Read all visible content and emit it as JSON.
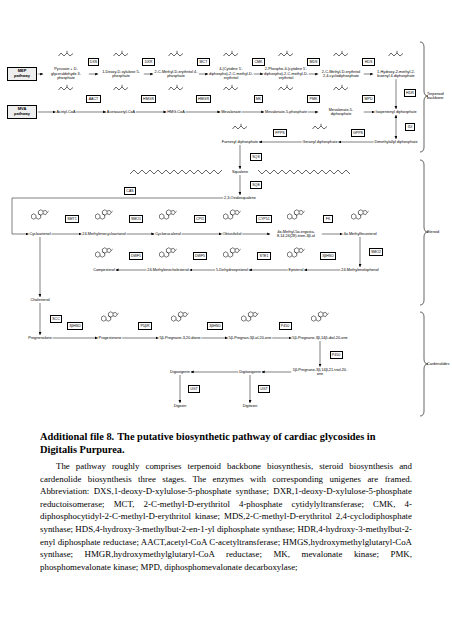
{
  "diagram": {
    "title": "Additional file 8.",
    "caption": "The putative biosynthetic pathway of cardiac glycosides in Digitalis Purpurea.",
    "nodes": [
      {
        "text": [
          "MEP pathway"
        ]
      },
      {
        "text": [
          "MVA pathway"
        ]
      },
      {
        "text": [
          "Pyruvate + D-glyceraldehyde 3-phosphate"
        ]
      },
      {
        "text": [
          "1-Deoxy-D-xylulose 5-phosphate"
        ]
      },
      {
        "text": [
          "2-C-Methyl-D-erythritol 4-phosphate"
        ]
      },
      {
        "text": [
          "4-(Cytidine 5'-diphospho)-2-C-methyl-D-erythritol"
        ]
      },
      {
        "text": [
          "2-Phospho-4-(cytidine 5'-diphospho)-2-C-methyl-D-erythritol"
        ]
      },
      {
        "text": [
          "2-C-Methyl-D-erythritol 2,4-cyclodiphosphate"
        ]
      },
      {
        "text": [
          "1-Hydroxy-2-methyl-2-butenyl 4-diphosphate"
        ]
      },
      {
        "text": [
          "Acetyl-CoA"
        ]
      },
      {
        "text": [
          "Acetoacetyl-CoA"
        ]
      },
      {
        "text": [
          "HMG-CoA"
        ]
      },
      {
        "text": [
          "Mevalonate"
        ]
      },
      {
        "text": [
          "Mevalonate-5-phosphate"
        ]
      },
      {
        "text": [
          "Mevalonate-5-diphosphate"
        ]
      },
      {
        "text": [
          "Isopentenyl diphosphate"
        ]
      },
      {
        "text": [
          "Dimethylallyl diphosphate"
        ]
      },
      {
        "text": [
          "Geranyl diphosphate"
        ]
      },
      {
        "text": [
          "Farnesyl diphosphate"
        ]
      },
      {
        "text": [
          "Squalene"
        ]
      },
      {
        "text": [
          "2,3-Oxidosqualene"
        ]
      },
      {
        "text": [
          "Cycloartenol"
        ]
      },
      {
        "text": [
          "24-Methylenecycloartanol"
        ]
      },
      {
        "text": [
          "Cycloeucalenol"
        ]
      },
      {
        "text": [
          "Obtusifoliol"
        ]
      },
      {
        "text": [
          "4α-Methyl-5α-ergosta-8,14,24(28)-trien-3β-ol"
        ]
      },
      {
        "text": [
          "4α-Methylfecosterol"
        ]
      },
      {
        "text": [
          "24-Methylenelophenol"
        ]
      },
      {
        "text": [
          "Episterol"
        ]
      },
      {
        "text": [
          "5-Dehydroepisterol"
        ]
      },
      {
        "text": [
          "24-Methylenecholesterol"
        ]
      },
      {
        "text": [
          "Campesterol"
        ]
      },
      {
        "text": [
          "Cholesterol"
        ]
      },
      {
        "text": [
          "Pregnenolone"
        ]
      },
      {
        "text": [
          "Progesterone"
        ]
      },
      {
        "text": [
          "5β-Pregnane-3,20-dione"
        ]
      },
      {
        "text": [
          "5β-Pregnan-3β-ol-20-one"
        ]
      },
      {
        "text": [
          "5β-Pregnane-3β,14β-diol-20-one"
        ]
      },
      {
        "text": [
          "5β-Pregnane-3β,14β,21-triol-20-one"
        ]
      },
      {
        "text": [
          "Digitoxigenin"
        ]
      },
      {
        "text": [
          "Digoxigenin"
        ]
      },
      {
        "text": [
          "Digitoxin"
        ]
      },
      {
        "text": [
          "Digoxin"
        ]
      },
      {
        "text": [
          "DXS"
        ]
      },
      {
        "text": [
          "DXR"
        ]
      },
      {
        "text": [
          "MCT"
        ]
      },
      {
        "text": [
          "CMK"
        ]
      },
      {
        "text": [
          "MDS"
        ]
      },
      {
        "text": [
          "HDS"
        ]
      },
      {
        "text": [
          "HDR"
        ]
      },
      {
        "text": [
          "AACT"
        ]
      },
      {
        "text": [
          "HMGS"
        ]
      },
      {
        "text": [
          "HMGR"
        ]
      },
      {
        "text": [
          "MK"
        ]
      },
      {
        "text": [
          "PMK"
        ]
      },
      {
        "text": [
          "MPD"
        ]
      },
      {
        "text": [
          "IDI"
        ]
      },
      {
        "text": [
          "GPPS"
        ]
      },
      {
        "text": [
          "FPPS"
        ]
      },
      {
        "text": [
          "SQS"
        ]
      },
      {
        "text": [
          "SQE"
        ]
      },
      {
        "text": [
          "CAS"
        ]
      },
      {
        "text": [
          "SMT1"
        ]
      },
      {
        "text": [
          "SMO1"
        ]
      },
      {
        "text": [
          "CPI1"
        ]
      },
      {
        "text": [
          "CYP51"
        ]
      },
      {
        "text": [
          "FK"
        ]
      },
      {
        "text": [
          "SMO2"
        ]
      },
      {
        "text": [
          "3βHSD"
        ]
      },
      {
        "text": [
          "STE1"
        ]
      },
      {
        "text": [
          "DWF5"
        ]
      },
      {
        "text": [
          "DWF1"
        ]
      },
      {
        "text": [
          "SCC"
        ]
      },
      {
        "text": [
          "3βHSD"
        ]
      },
      {
        "text": [
          "P5βR"
        ]
      },
      {
        "text": [
          "3βHSD"
        ]
      },
      {
        "text": [
          "P450"
        ]
      },
      {
        "text": [
          "P450"
        ]
      },
      {
        "text": [
          "UGT"
        ]
      },
      {
        "text": [
          "UGT"
        ]
      }
    ],
    "edges": [
      {
        "from": 0,
        "to": 2,
        "arrow": "to"
      },
      {
        "from": 2,
        "to": 3,
        "arrow": "to"
      },
      {
        "from": 3,
        "to": 4,
        "arrow": "to"
      },
      {
        "from": 4,
        "to": 5,
        "arrow": "to"
      },
      {
        "from": 5,
        "to": 6,
        "arrow": "to"
      },
      {
        "from": 6,
        "to": 7,
        "arrow": "to"
      },
      {
        "from": 7,
        "to": 8,
        "arrow": "to"
      },
      {
        "from": 1,
        "to": 9,
        "arrow": "to"
      },
      {
        "from": 9,
        "to": 10,
        "arrow": "to"
      },
      {
        "from": 10,
        "to": 11,
        "arrow": "to"
      },
      {
        "from": 11,
        "to": 12,
        "arrow": "to"
      },
      {
        "from": 12,
        "to": 13,
        "arrow": "to"
      },
      {
        "from": 13,
        "to": 14,
        "arrow": "to"
      },
      {
        "from": 14,
        "to": 15,
        "arrow": "to"
      },
      {
        "from": 8,
        "to": 15,
        "arrow": "to"
      },
      {
        "from": 15,
        "to": 16,
        "arrow": "both"
      },
      {
        "from": 16,
        "to": 17,
        "arrow": "to"
      },
      {
        "from": 17,
        "to": 18,
        "arrow": "to"
      },
      {
        "from": 18,
        "to": 19,
        "arrow": "to"
      },
      {
        "from": 19,
        "to": 20,
        "arrow": "to"
      },
      {
        "from": 20,
        "to": 21,
        "arrow": "to"
      },
      {
        "from": 21,
        "to": 22,
        "arrow": "to"
      },
      {
        "from": 22,
        "to": 23,
        "arrow": "to"
      },
      {
        "from": 23,
        "to": 24,
        "arrow": "to"
      },
      {
        "from": 24,
        "to": 25,
        "arrow": "to"
      },
      {
        "from": 25,
        "to": 26,
        "arrow": "to"
      },
      {
        "from": 26,
        "to": 27,
        "arrow": "to"
      },
      {
        "from": 27,
        "to": 28,
        "arrow": "to"
      },
      {
        "from": 28,
        "to": 29,
        "arrow": "to"
      },
      {
        "from": 29,
        "to": 30,
        "arrow": "to"
      },
      {
        "from": 30,
        "to": 31,
        "arrow": "to"
      },
      {
        "from": 21,
        "to": 32,
        "arrow": "to"
      },
      {
        "from": 32,
        "to": 33,
        "arrow": "to"
      },
      {
        "from": 33,
        "to": 34,
        "arrow": "to"
      },
      {
        "from": 34,
        "to": 35,
        "arrow": "to"
      },
      {
        "from": 35,
        "to": 36,
        "arrow": "to"
      },
      {
        "from": 36,
        "to": 37,
        "arrow": "to"
      },
      {
        "from": 37,
        "to": 38,
        "arrow": "to"
      },
      {
        "from": 38,
        "to": 39,
        "arrow": "to"
      },
      {
        "from": 39,
        "to": 40,
        "arrow": "to"
      },
      {
        "from": 39,
        "to": 41,
        "arrow": "to"
      },
      {
        "from": 40,
        "to": 42,
        "arrow": "to"
      }
    ],
    "labels": [
      "The pathway roughly comprises terpenoid backbone biosynthesis, steroid biosynthesis and cardenolide biosynthesis three stages. The enzymes with corresponding unigenes are framed. Abbreviation: DXS,1-deoxy-D-xylulose-5-phosphate synthase; DXR,1-deoxy-D-xylulose-5-phosphate reductoisomerase; MCT, 2-C-methyl-D-erythritol 4-phosphate cytidylyltransferase; CMK, 4-diphosphocytidyl-2-C-methyl-D-erythritol kinase; MDS,2-C-methyl-D-erythritol 2,4-cyclodiphosphate synthase; HDS,4-hydroxy-3-methylbut-2-en-1-yl diphosphate synthase; HDR,4-hydroxy-3-methylbut-2-enyl diphosphate reductase; AACT,acetyl-CoA C-acetyltransferase; HMGS,hydroxymethylglutaryl-CoA synthase; HMGR,hydroxymethylglutaryl-CoA reductase; MK, mevalonate kinase; PMK, phosphomevalonate kinase; MPD, diphosphomevalonate decarboxylase;",
      "Terpenoid backbone",
      "Steroid",
      "Cardenolides"
    ]
  }
}
